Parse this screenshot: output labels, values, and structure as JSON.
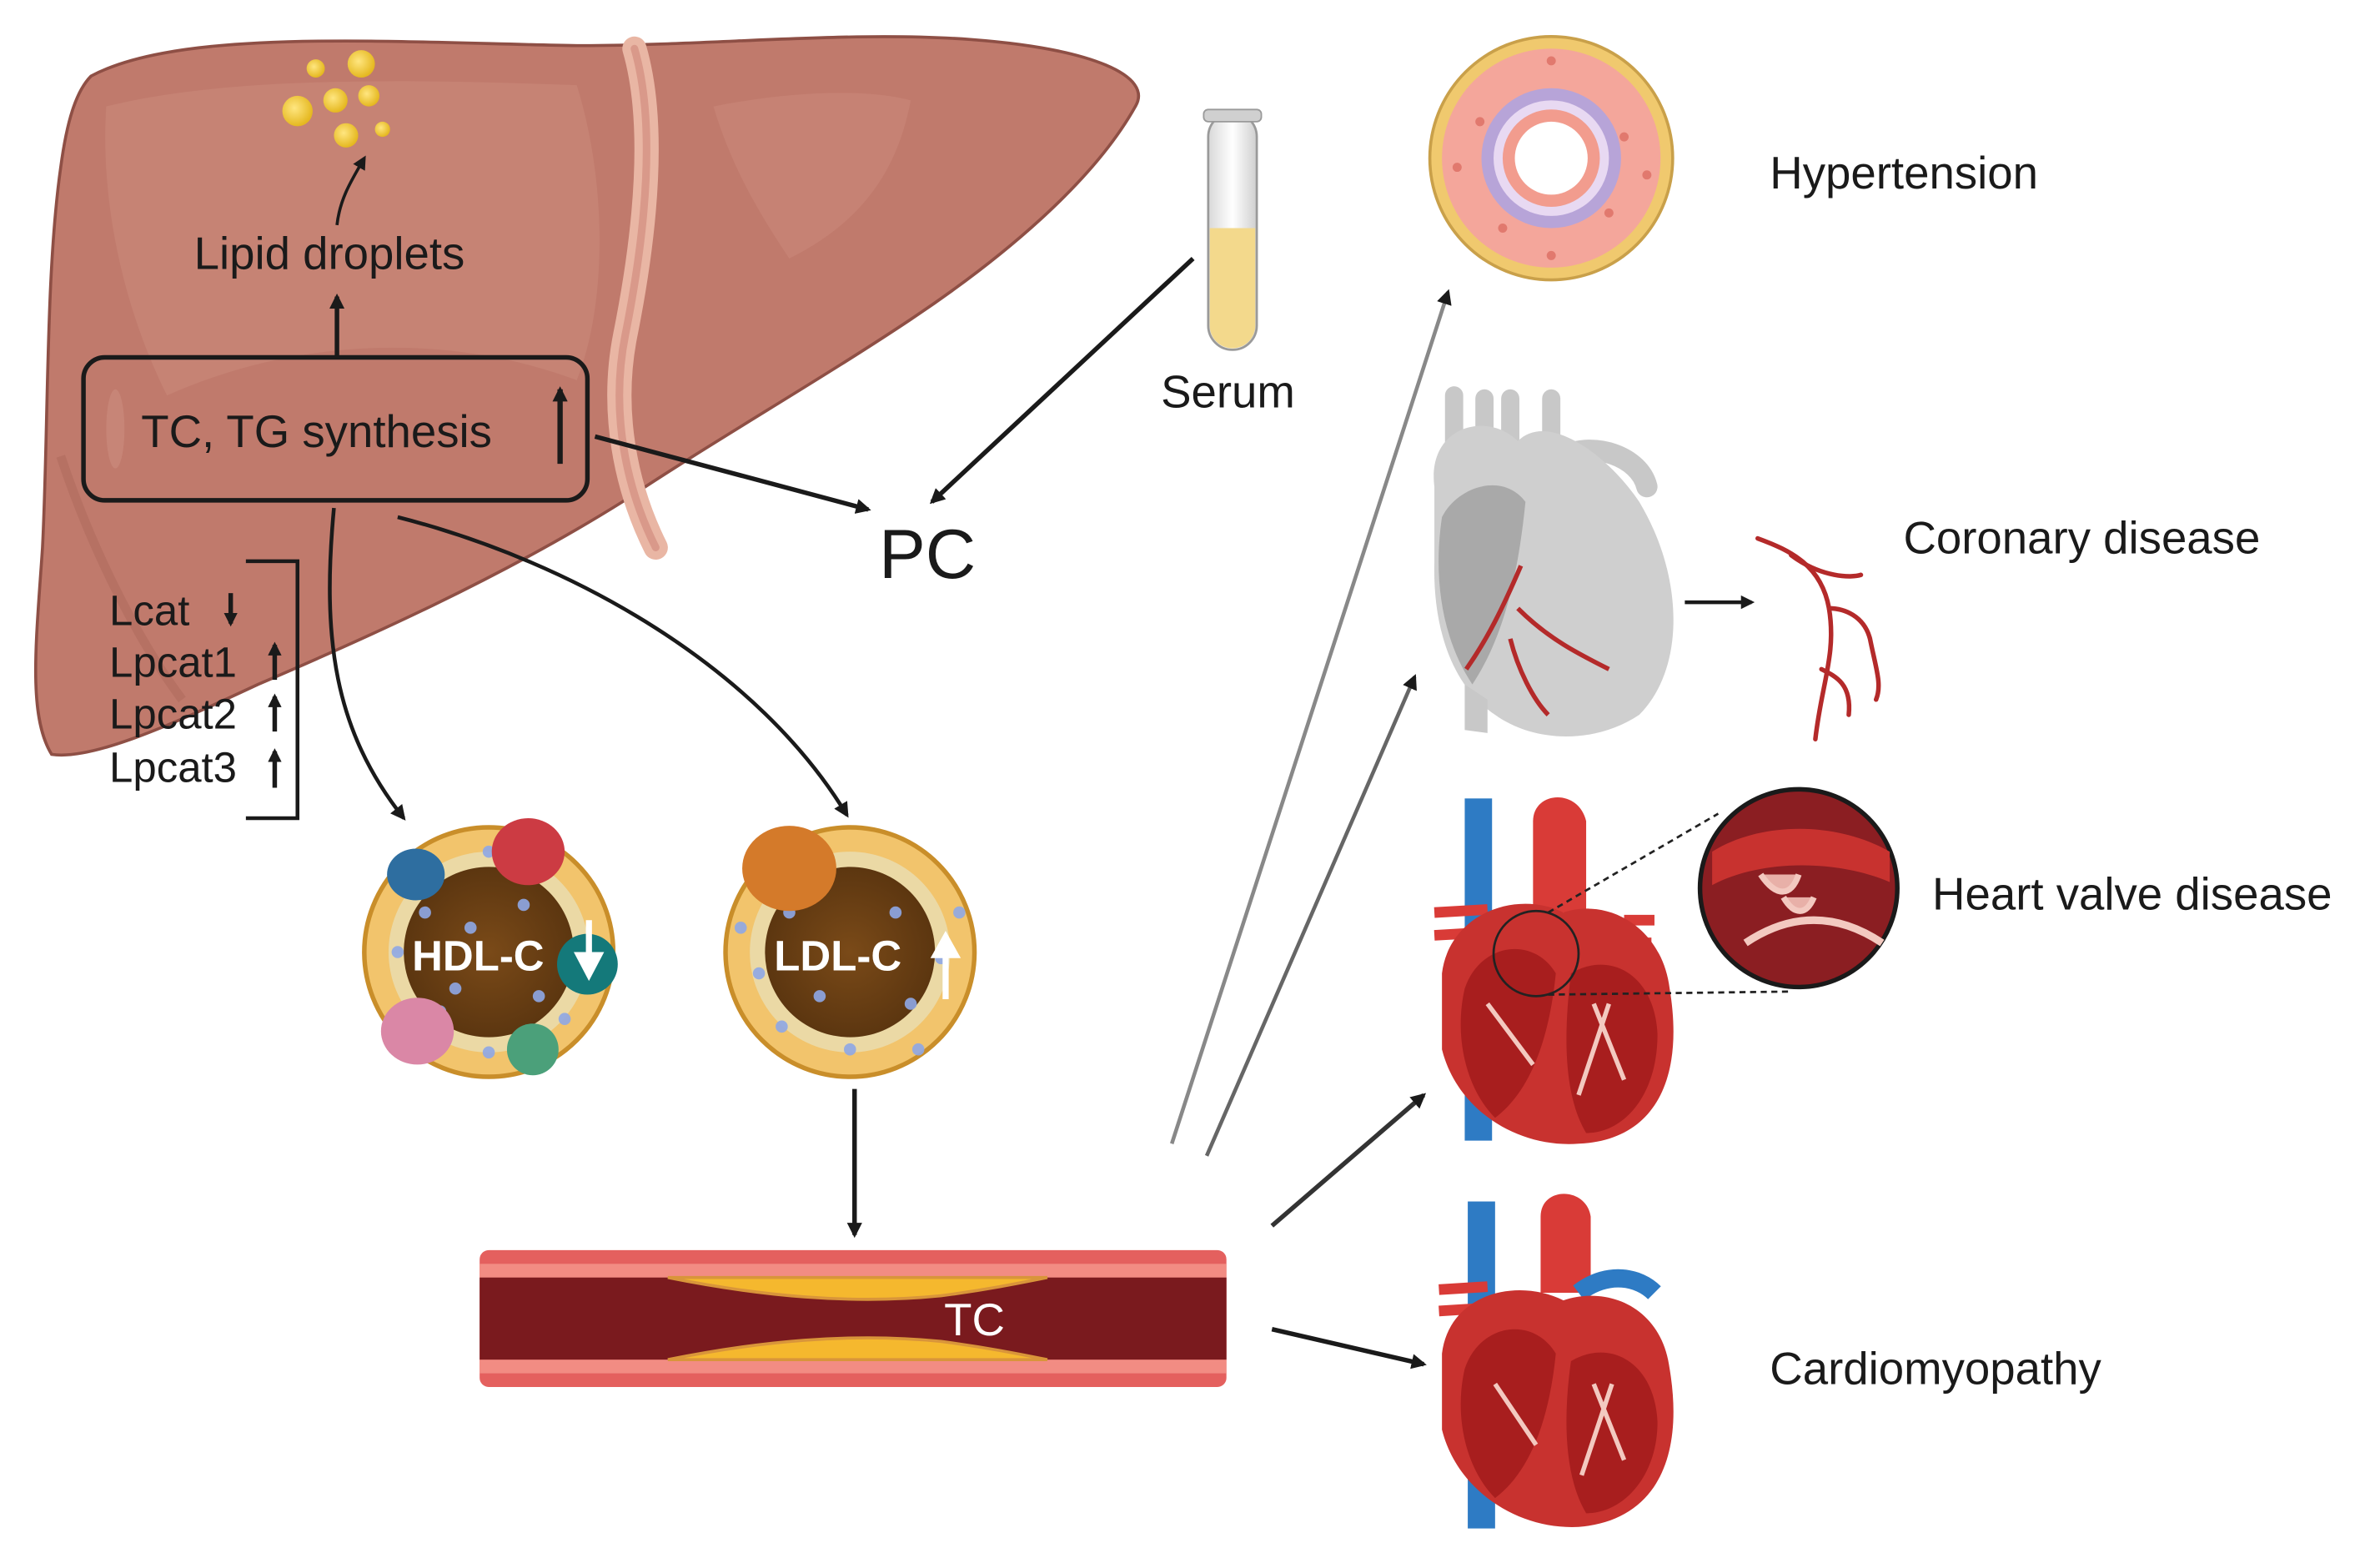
{
  "liver": {
    "lipid_droplets": "Lipid droplets",
    "synthesis_box": "TC, TG synthesis",
    "genes": [
      "Lcat",
      "Lpcat1",
      "Lpcat2",
      "Lpcat3"
    ]
  },
  "serum": "Serum",
  "pc": "PC",
  "particles": {
    "hdl": "HDL-C",
    "ldl": "LDL-C"
  },
  "vessel": "TC",
  "diseases": [
    "Hypertension",
    "Coronary disease",
    "Heart valve disease",
    "Cardiomyopathy"
  ],
  "colors": {
    "liver": "#C07A6C",
    "arrow": "#1a1a1a",
    "vessel_wall": "#E4605E",
    "vessel_lumen": "#7A1A1E",
    "plaque": "#F5B82E",
    "heart_red": "#C8322F",
    "vein_blue": "#2E7BC4",
    "gray_heart": "#BDBDBD"
  }
}
